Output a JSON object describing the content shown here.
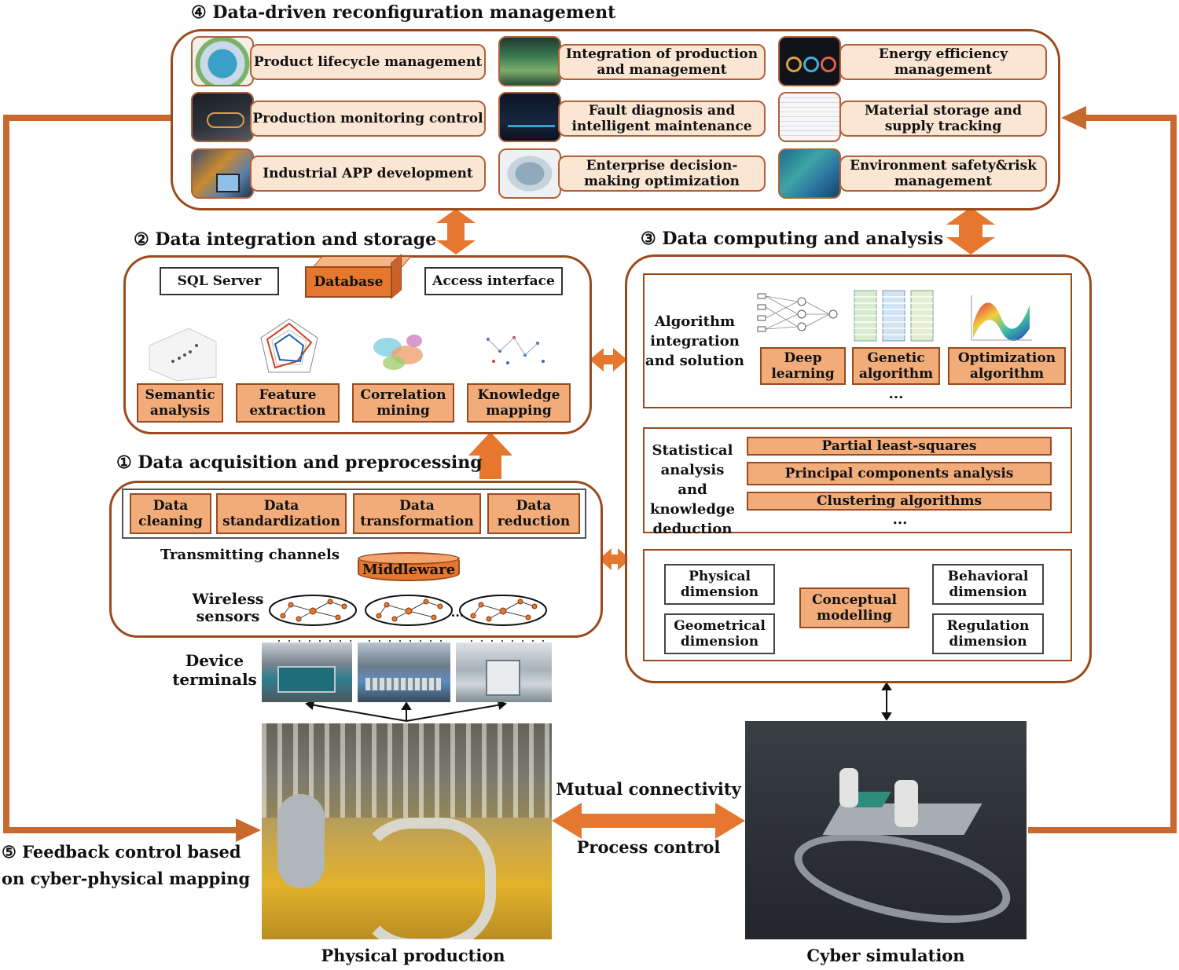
{
  "section4": {
    "title": "④ Data-driven reconfiguration management",
    "items": [
      {
        "label": "Product lifecycle management",
        "icon": "plm-icon"
      },
      {
        "label": "Integration of production\nand management",
        "icon": "factory-floor-icon"
      },
      {
        "label": "Energy efficiency\nmanagement",
        "icon": "energy-dashboard-icon"
      },
      {
        "label": "Production monitoring control",
        "icon": "monitoring-screen-icon"
      },
      {
        "label": "Fault diagnosis and\nintelligent maintenance",
        "icon": "fault-dashboard-icon"
      },
      {
        "label": "Material storage and\nsupply tracking",
        "icon": "spreadsheet-icon"
      },
      {
        "label": "Industrial APP development",
        "icon": "tablet-app-icon"
      },
      {
        "label": "Enterprise decision-\nmaking optimization",
        "icon": "meeting-room-icon"
      },
      {
        "label": "Environment safety&risk\nmanagement",
        "icon": "plant-layout-icon"
      }
    ]
  },
  "section2": {
    "title": "② Data integration and storage",
    "sql_server": "SQL Server",
    "database": "Database",
    "access_interface": "Access interface",
    "methods": [
      "Semantic\nanalysis",
      "Feature\nextraction",
      "Correlation\nmining",
      "Knowledge\nmapping"
    ]
  },
  "section3": {
    "title": "③ Data computing and analysis",
    "algorithm_label": "Algorithm\nintegration\nand solution",
    "algorithms": [
      "Deep\nlearning",
      "Genetic\nalgorithm",
      "Optimization\nalgorithm"
    ],
    "ellipsis": "...",
    "statistical_label": "Statistical\nanalysis and\nknowledge\ndeduction",
    "statistical_methods": [
      "Partial least-squares",
      "Principal components analysis",
      "Clustering algorithms"
    ],
    "modelling_center": "Conceptual\nmodelling",
    "dimensions": [
      "Physical\ndimension",
      "Geometrical\ndimension",
      "Behavioral\ndimension",
      "Regulation\ndimension"
    ]
  },
  "section1": {
    "title": "① Data acquisition and preprocessing",
    "steps": [
      "Data\ncleaning",
      "Data\nstandardization",
      "Data\ntransformation",
      "Data\nreduction"
    ],
    "transmitting_channels": "Transmitting channels",
    "middleware": "Middleware",
    "wireless_sensors": "Wireless\nsensors",
    "ellipsis": "..."
  },
  "device_terminals": "Device\nterminals",
  "physical_production": "Physical production",
  "cyber_simulation": "Cyber simulation",
  "mutual_connectivity": "Mutual connectivity",
  "process_control": "Process control",
  "section5": {
    "title": "⑤ Feedback control based\non cyber-physical mapping"
  },
  "colors": {
    "accent": "#e6772f",
    "panel_border": "#9b4a1c",
    "box_fill": "#f6cfae",
    "orange_box": "#f1ac7a"
  }
}
